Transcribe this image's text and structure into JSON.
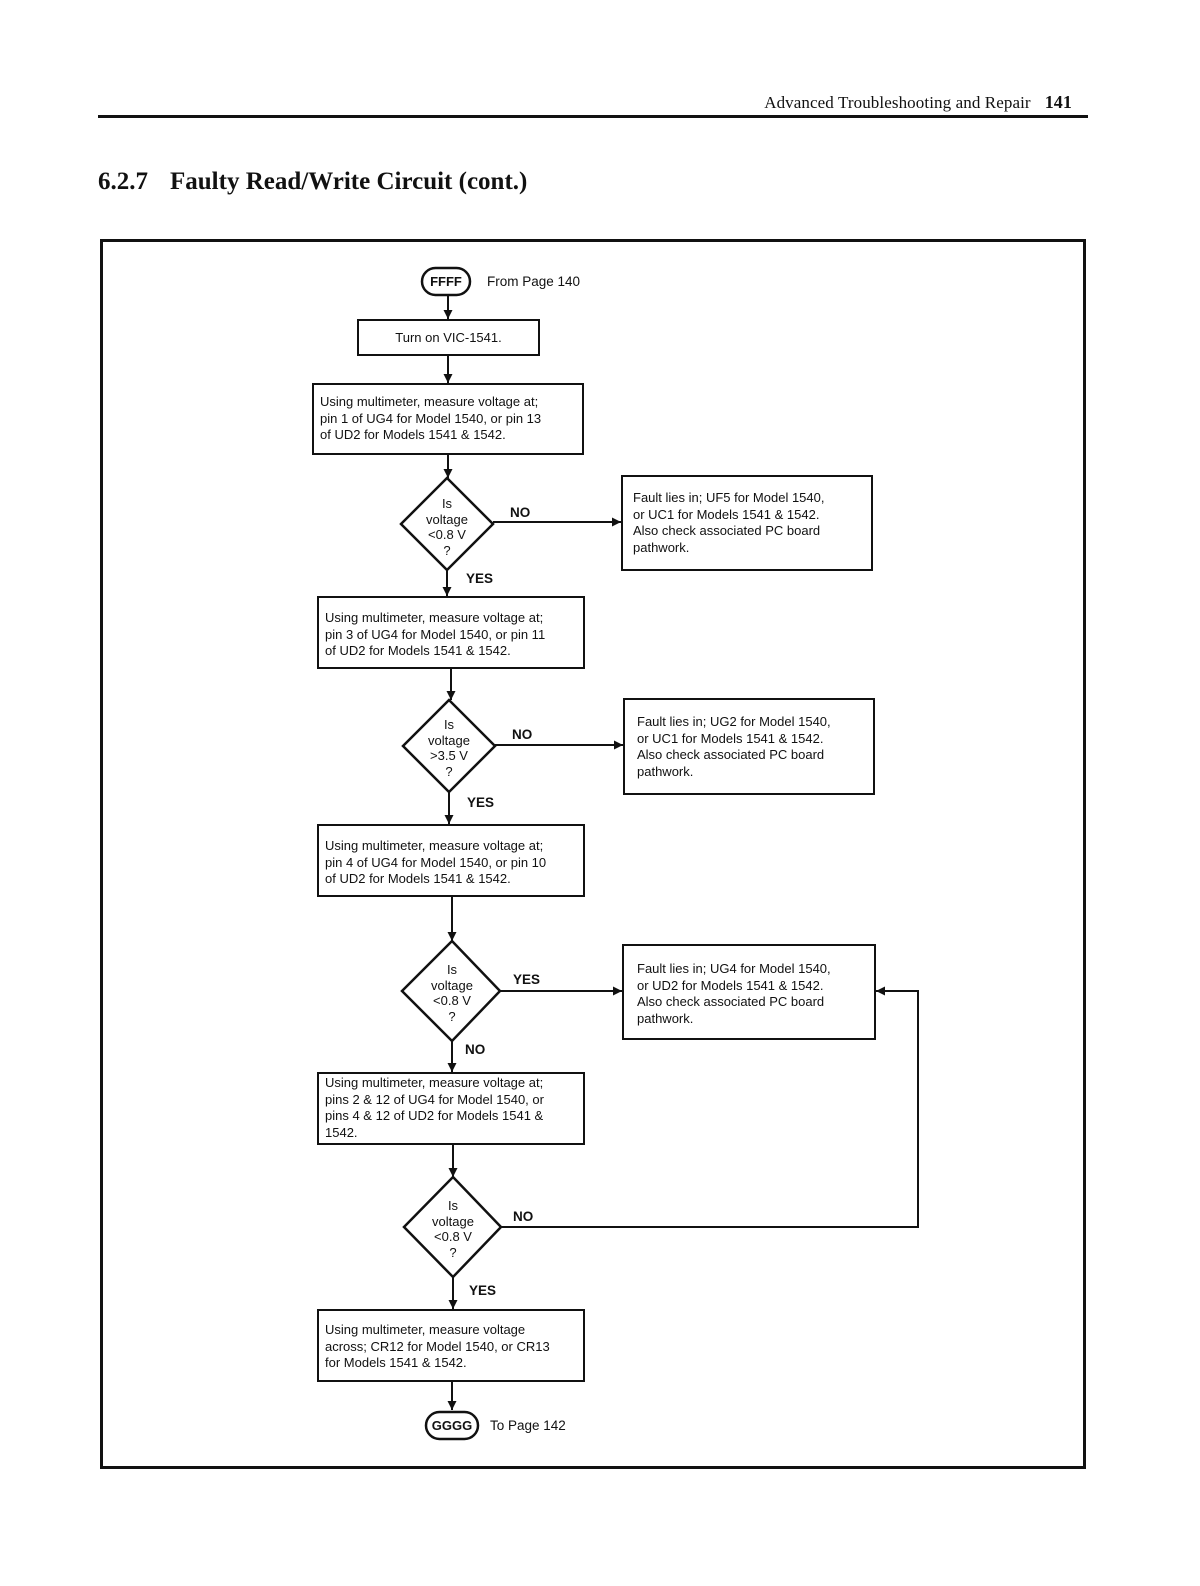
{
  "header": {
    "running_title": "Advanced Troubleshooting and Repair",
    "page_number": "141"
  },
  "section": {
    "number": "6.2.7",
    "title": "Faulty Read/Write Circuit (cont.)"
  },
  "flowchart": {
    "start": {
      "label": "FFFF",
      "note": "From Page 140"
    },
    "step_power": "Turn on VIC-1541.",
    "step1": [
      "Using multimeter, measure voltage at;",
      "pin 1 of UG4 for Model 1540, or pin 13",
      "of UD2 for Models 1541 & 1542."
    ],
    "decision1": [
      "Is",
      "voltage",
      "<0.8 V",
      "?"
    ],
    "decision1_no": "NO",
    "decision1_yes": "YES",
    "fault1": [
      "Fault lies in; UF5 for Model 1540,",
      "or UC1 for Models 1541 & 1542.",
      "Also check associated PC board",
      "pathwork."
    ],
    "step2": [
      "Using multimeter, measure voltage at;",
      "pin 3 of UG4 for Model 1540, or pin 11",
      "of UD2 for Models 1541 & 1542."
    ],
    "decision2": [
      "Is",
      "voltage",
      ">3.5 V",
      "?"
    ],
    "decision2_no": "NO",
    "decision2_yes": "YES",
    "fault2": [
      "Fault lies in; UG2 for Model 1540,",
      "or UC1 for Models 1541 & 1542.",
      "Also check associated PC board",
      "pathwork."
    ],
    "step3": [
      "Using multimeter, measure voltage at;",
      "pin 4 of UG4 for Model 1540, or pin 10",
      "of UD2 for Models 1541 & 1542."
    ],
    "decision3": [
      "Is",
      "voltage",
      "<0.8 V",
      "?"
    ],
    "decision3_yes": "YES",
    "decision3_no": "NO",
    "fault3": [
      "Fault lies in; UG4 for Model 1540,",
      "or UD2 for Models 1541 & 1542.",
      "Also check associated PC board",
      "pathwork."
    ],
    "step4": [
      "Using multimeter, measure voltage at;",
      "pins 2 & 12 of UG4 for Model 1540, or",
      "pins 4 & 12 of UD2 for Models 1541 &",
      "1542."
    ],
    "decision4": [
      "Is",
      "voltage",
      "<0.8 V",
      "?"
    ],
    "decision4_no": "NO",
    "decision4_yes": "YES",
    "step5": [
      "Using multimeter, measure voltage",
      "across; CR12 for Model 1540, or CR13",
      "for Models 1541 & 1542."
    ],
    "end": {
      "label": "GGGG",
      "note": "To Page 142"
    }
  }
}
